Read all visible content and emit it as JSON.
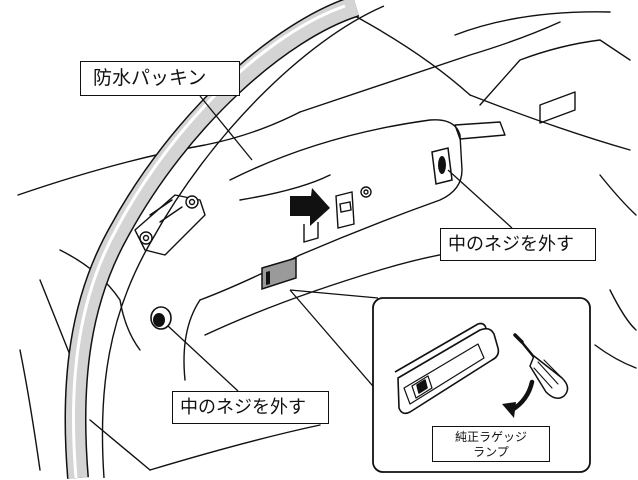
{
  "labels": {
    "packing": "防水パッキン",
    "screw_right": "中のネジを外す",
    "screw_left": "中のネジを外す",
    "lamp_line1": "純正ラゲッジ",
    "lamp_line2": "ランプ"
  },
  "colors": {
    "line": "#111111",
    "background": "#ffffff",
    "packing_fill": "#d4d4d4",
    "lamp_fill": "#9a9a9a"
  }
}
